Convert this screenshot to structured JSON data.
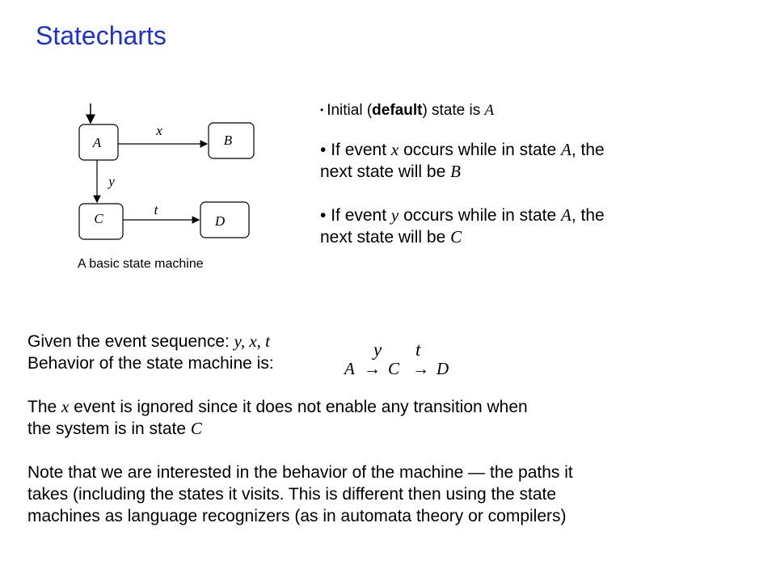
{
  "title": "Statecharts",
  "diagram": {
    "states": [
      "A",
      "B",
      "C",
      "D"
    ],
    "transitions": [
      {
        "event": "x",
        "from": "A",
        "to": "B"
      },
      {
        "event": "y",
        "from": "A",
        "to": "C"
      },
      {
        "event": "t",
        "from": "C",
        "to": "D"
      }
    ],
    "caption": "A basic state machine"
  },
  "bullets": {
    "b1": {
      "pre": "Initial (",
      "bold": "default",
      "mid": ") state is ",
      "state": "A"
    },
    "b2": {
      "pre": "If event ",
      "ev": "x",
      "mid": " occurs while in state ",
      "st": "A",
      "post": ", the",
      "line2": "next state will be ",
      "next": "B"
    },
    "b3": {
      "pre": "If event ",
      "ev": "y",
      "mid": " occurs while in state ",
      "st": "A",
      "post": ", the",
      "line2": "next state will be ",
      "next": "C"
    }
  },
  "body": {
    "given_label": "Given the event sequence: ",
    "given_seq": "y, x, t",
    "behavior_label": "Behavior of the state machine is: ",
    "behavior_seq": {
      "s1": "A",
      "e1": "y",
      "s2": "C",
      "e2": "t",
      "s3": "D",
      "arrow": "→"
    },
    "ignored_pre": "The ",
    "ignored_ev": "x",
    "ignored_mid": " event is ignored since it does not enable any  transition when",
    "ignored_line2": "the system is in state ",
    "ignored_state": "C",
    "note_line1": "Note that we are interested in the behavior of the machine — the paths it",
    "note_line2": "takes (including the states it visits. This is different then using the state",
    "note_line3": "machines as language recognizers (as in automata theory or compilers)"
  },
  "colors": {
    "title": "#1f2fd6",
    "text": "#000000"
  }
}
